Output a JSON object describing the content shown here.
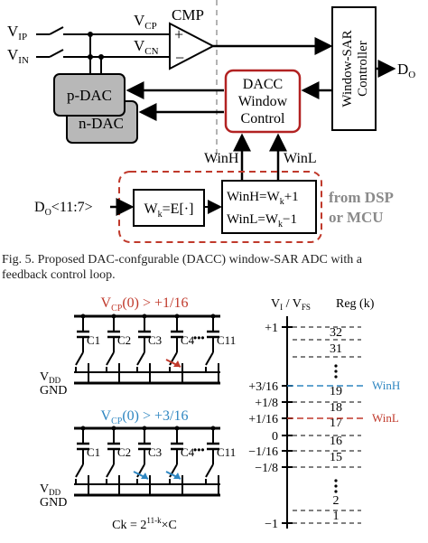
{
  "top": {
    "v_ip": "V",
    "v_ip_sub": "IP",
    "v_in": "V",
    "v_in_sub": "IN",
    "v_cp": "V",
    "v_cp_sub": "CP",
    "v_cn": "V",
    "v_cn_sub": "CN",
    "cmp": "CMP",
    "plus": "+",
    "minus": "−",
    "p_dac": "p-DAC",
    "n_dac": "n-DAC",
    "dacc_line1": "DACC",
    "dacc_line2": "Window",
    "dacc_line3": "Control",
    "sar_line1": "Window-SAR",
    "sar_line2": "Controller",
    "d_o": "D",
    "d_o_sub": "O",
    "win_h": "WinH",
    "win_l": "WinL",
    "input_label": "D",
    "input_sub": "O",
    "input_bits": "<11:7>",
    "wk_pre": "W",
    "wk_sub": "k",
    "wk_post": "=E[·]",
    "winh_eq_pre": "WinH=W",
    "winh_eq_sub": "k",
    "winh_eq_post": "+1",
    "winl_eq_pre": "WinL=W",
    "winl_eq_sub": "k",
    "winl_eq_post": "−1",
    "from_dsp": "from DSP",
    "or_mcu": "or MCU"
  },
  "caption": {
    "line1": "Fig. 5.    Proposed DAC-confgurable (DACC) window-SAR ADC with a",
    "line2": "feedback control loop."
  },
  "bottom_left": {
    "cond1_pre": "V",
    "cond1_sub": "CP",
    "cond1_post": "(0) > +1/16",
    "cond2_pre": "V",
    "cond2_sub": "CP",
    "cond2_post": "(0) > +3/16",
    "caps": [
      "C1",
      "C2",
      "C3",
      "C4",
      "C11"
    ],
    "vdd": "V",
    "vdd_sub": "DD",
    "gnd": "GND",
    "dots": "•••",
    "ck_pre": "Ck = 2",
    "ck_sup": "11-k",
    "ck_post": "×C"
  },
  "bottom_right": {
    "axis_title_pre": "V",
    "axis_title_sub1": "I",
    "axis_title_mid": " / V",
    "axis_title_sub2": "FS",
    "reg_title": "Reg (k)",
    "ticks": [
      "+1",
      "+3/16",
      "+1/8",
      "+1/16",
      "0",
      "−1/16",
      "−1/8",
      "−1"
    ],
    "regs": [
      "32",
      "31",
      "19",
      "18",
      "17",
      "16",
      "15",
      "2",
      "1"
    ],
    "win_h": "WinH",
    "win_l": "WinL",
    "colors": {
      "win_h": "#2e86c1",
      "win_l": "#c0392b"
    }
  },
  "colors": {
    "red_box": "#b22222",
    "dashed_red": "#c0392b",
    "gray_text": "#8a8a8a",
    "dac_fill": "#b8b8b8",
    "cond1": "#c0392b",
    "cond2": "#2e86c1"
  }
}
